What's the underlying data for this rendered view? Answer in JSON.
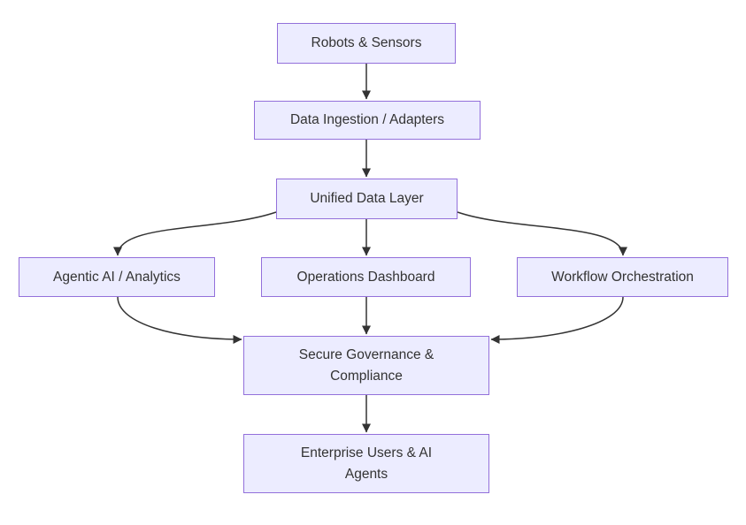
{
  "diagram": {
    "type": "flowchart",
    "direction": "top-down",
    "nodes": [
      {
        "id": "robots",
        "label": "Robots & Sensors"
      },
      {
        "id": "ingestion",
        "label": "Data Ingestion / Adapters"
      },
      {
        "id": "unified",
        "label": "Unified Data Layer"
      },
      {
        "id": "agentic",
        "label": "Agentic AI / Analytics"
      },
      {
        "id": "ops",
        "label": "Operations Dashboard"
      },
      {
        "id": "workflow",
        "label": "Workflow Orchestration"
      },
      {
        "id": "governance",
        "label": "Secure Governance &\nCompliance"
      },
      {
        "id": "users",
        "label": "Enterprise Users & AI\nAgents"
      }
    ],
    "edges": [
      {
        "from": "robots",
        "to": "ingestion"
      },
      {
        "from": "ingestion",
        "to": "unified"
      },
      {
        "from": "unified",
        "to": "agentic"
      },
      {
        "from": "unified",
        "to": "ops"
      },
      {
        "from": "unified",
        "to": "workflow"
      },
      {
        "from": "agentic",
        "to": "governance"
      },
      {
        "from": "ops",
        "to": "governance"
      },
      {
        "from": "workflow",
        "to": "governance"
      },
      {
        "from": "governance",
        "to": "users"
      }
    ],
    "colors": {
      "node_fill": "#ECECFF",
      "node_border": "#9370DB",
      "edge": "#333333",
      "text": "#333333",
      "background": "#FFFFFF"
    }
  }
}
